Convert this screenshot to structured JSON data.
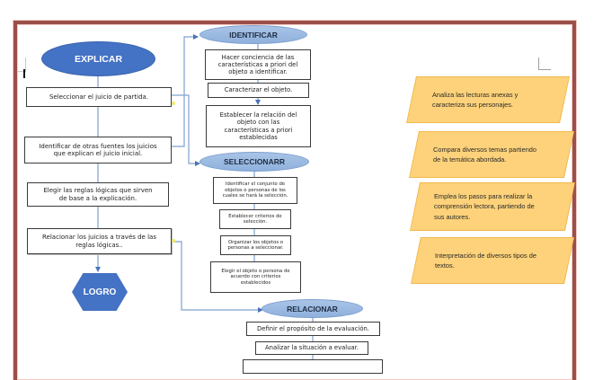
{
  "document": {
    "type": "flowchart",
    "frame_color": "#9b4f4a",
    "colors": {
      "primary_shape": "#4472c4",
      "secondary_ellipse": "#9dbbe2",
      "connector": "#7fa1cf",
      "objective_fill": "#fdd27a",
      "box_border": "#3a3a3a"
    }
  },
  "main_flow": {
    "start": "EXPLICAR",
    "steps": [
      "Seleccionar el juicio de partida.",
      "Identificar de otras fuentes los juicios que explican el juicio inicial.",
      "Elegir las reglas lógicas que sirven de base a la explicación.",
      "Relacionar los juicios a través de las reglas lógicas.."
    ],
    "end": "LOGRO"
  },
  "branches": {
    "identificar": {
      "title": "IDENTIFICAR",
      "steps": [
        "Hacer conciencia de las características a priori del objeto a identificar.",
        "Caracterizar el objeto.",
        "Establecer la relación del objeto con las características a priori establecidas"
      ]
    },
    "seleccionar": {
      "title": "SELECCIONARR",
      "steps": [
        "Identificar el conjunto de objetos o personas de los cuales se hará la selección.",
        "Establecer criterios de selección.",
        "Organizar los objetos o personas a seleccionar.",
        "Elegir el objeto o persona de acuerdo con criterios establecidos"
      ]
    },
    "relacionar": {
      "title": "RELACIONAR",
      "steps": [
        "Definir el propósito de la evaluación.",
        "Analizar la situación a evaluar.",
        ""
      ]
    }
  },
  "objectives": [
    "Analiza las lecturas anexas y caracteriza sus personajes.",
    "Compara diversos temas partiendo de la temática abordada.",
    "Emplea los pasos para realizar la comprensión lectora, partiendo de sus autores.",
    "Interpretación de diversos tipos de textos."
  ]
}
